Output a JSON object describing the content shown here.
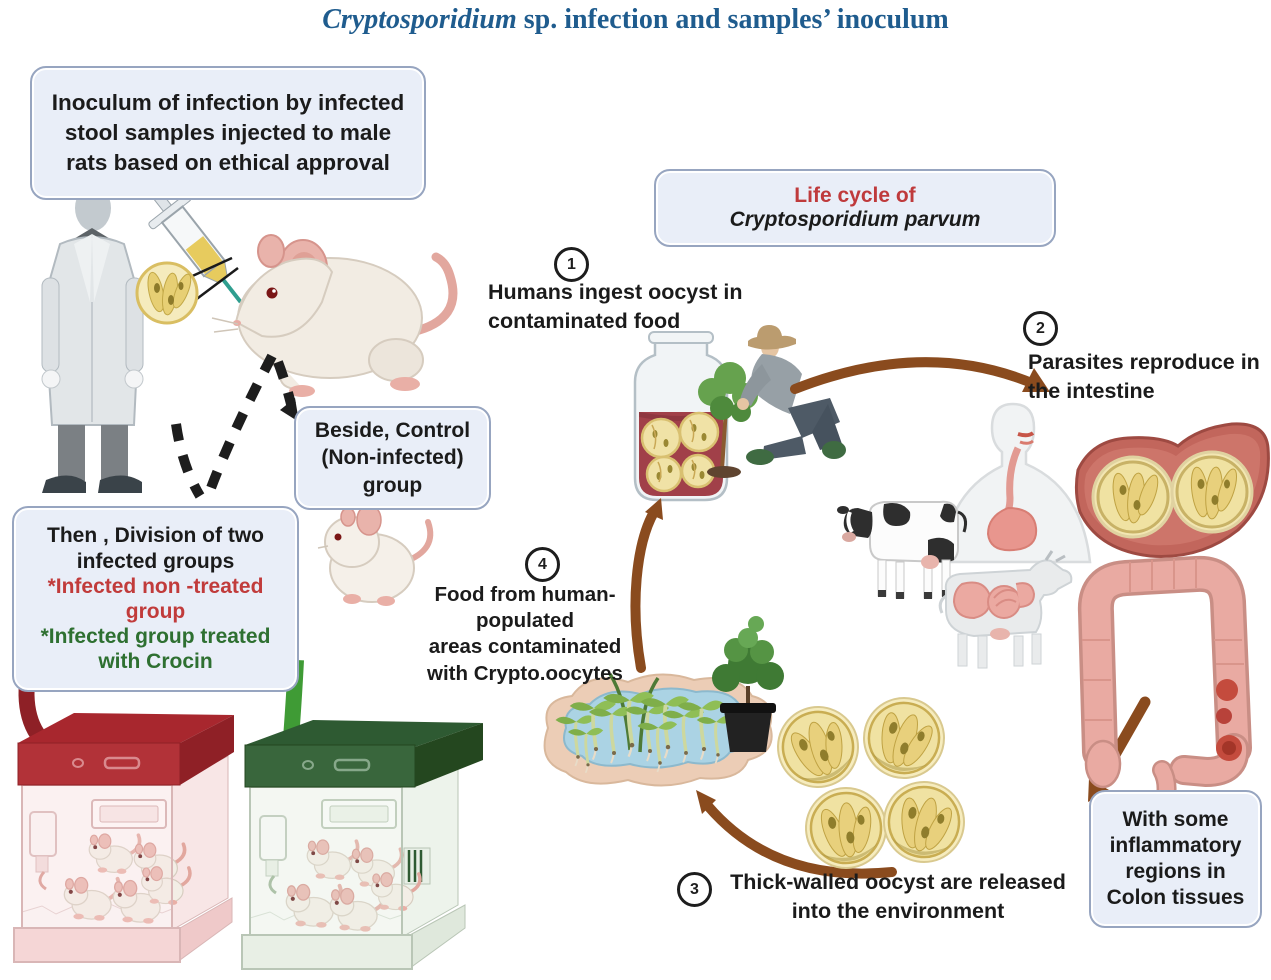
{
  "title": {
    "italic_part": "Cryptosporidium",
    "regular_part": " sp. infection and samples’ inoculum"
  },
  "experiment": {
    "inoculum_box": "Inoculum of infection by infected\nstool samples injected to male\nrats based on ethical approval",
    "control_box": "Beside, Control\n(Non-infected)\ngroup",
    "division_box": {
      "heading": "Then , Division of two\ninfected groups",
      "group_red": "*Infected non -treated\ngroup",
      "group_green": "*Infected group treated\nwith Crocin"
    }
  },
  "life_cycle": {
    "box_title_line1": "Life cycle of",
    "box_title_line2": "Cryptosporidium parvum",
    "steps": [
      {
        "number": "1",
        "label": "Humans ingest oocyst in\ncontaminated  food"
      },
      {
        "number": "2",
        "label": "Parasites reproduce in\nthe  intestine"
      },
      {
        "number": "3",
        "label": "Thick-walled oocyst  are released\ninto the environment"
      },
      {
        "number": "4",
        "label": "Food from human-\npopulated\nareas contaminated\nwith Crypto.oocytes"
      }
    ],
    "colon_box": "With some\ninflammatory\nregions in\nColon tissues"
  },
  "colors": {
    "title_blue": "#1f5c8e",
    "box_fill": "#e9eef8",
    "box_border": "#97a5c0",
    "red_text": "#c13b3b",
    "green_text": "#2e7031",
    "life_cycle_red": "#bf3a3c",
    "arrow_brown": "#8a4b1e",
    "dashed_arrow_black": "#1d1d1d",
    "dark_red_arrow": "#8e2026",
    "green_arrow": "#3f9b35",
    "cage_red_lid": "#a8272e",
    "cage_green_lid": "#2e5a32",
    "oocyst_yellow": "#f0e2a2",
    "colon_pink": "#e9aaa2",
    "bottle_liquid": "#a14049"
  }
}
